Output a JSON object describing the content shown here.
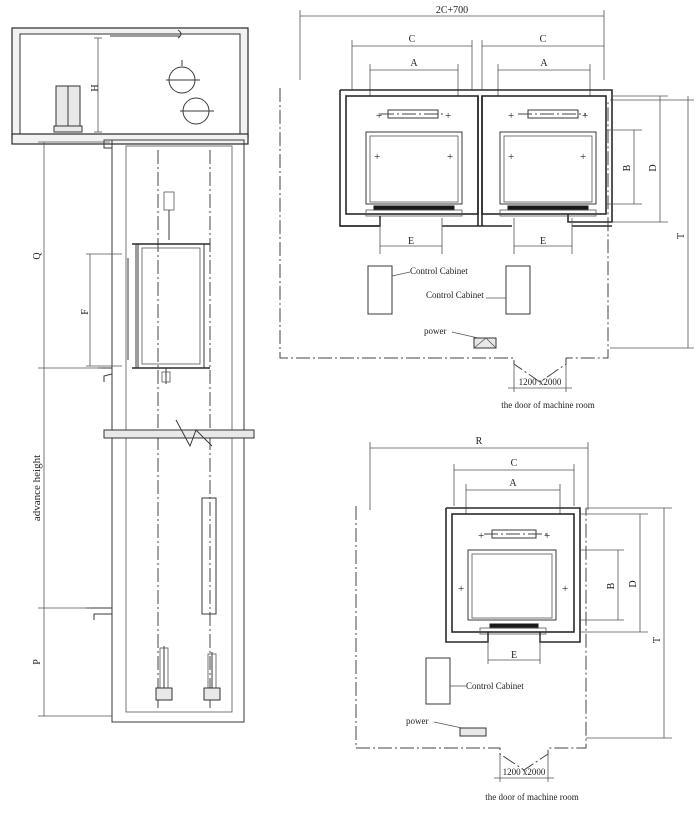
{
  "side_section": {
    "dim_h": "H",
    "dim_q": "Q",
    "dim_f": "F",
    "label_advance_height": "advance height",
    "dim_p": "P"
  },
  "twin_plan": {
    "dim_overall": "2C+700",
    "dim_c_left": "C",
    "dim_c_right": "C",
    "dim_a_left": "A",
    "dim_a_right": "A",
    "dim_b": "B",
    "dim_d": "D",
    "dim_t": "T",
    "dim_e_left": "E",
    "dim_e_right": "E",
    "control_cabinet_1": "Control Cabinet",
    "control_cabinet_2": "Control Cabinet",
    "power": "power",
    "door_size": "1200 x2000",
    "door_label": "the door of machine room"
  },
  "single_plan": {
    "dim_r": "R",
    "dim_c": "C",
    "dim_a": "A",
    "dim_b": "B",
    "dim_d": "D",
    "dim_t": "T",
    "dim_e": "E",
    "control_cabinet": "Control Cabinet",
    "power": "power",
    "door_size": "1200 x2000",
    "door_label": "the door of machine room"
  }
}
